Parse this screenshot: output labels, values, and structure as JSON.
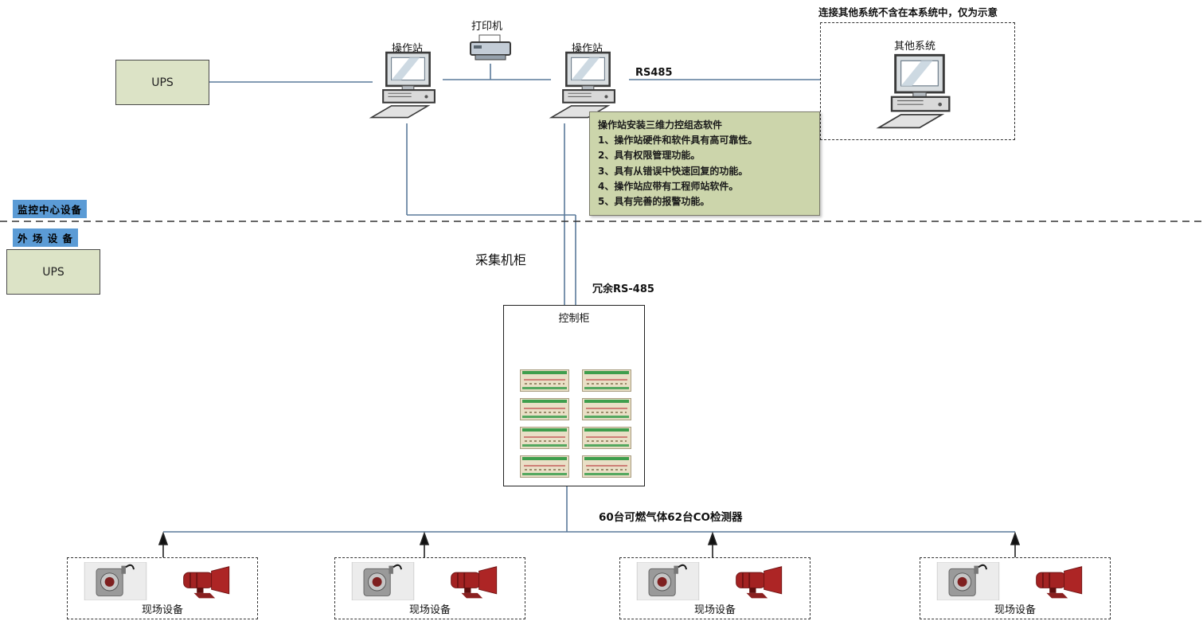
{
  "top_note": "连接其他系统不含在本系统中，仅为示意",
  "zones": {
    "center": "监控中心设备",
    "field": "外 场 设 备"
  },
  "nodes": {
    "ups_top": "UPS",
    "ups_field": "UPS",
    "printer": "打印机",
    "opstation_left": "操作站",
    "opstation_right": "操作站",
    "other_system": "其他系统",
    "rs485": "RS485",
    "redundant_rs485": "冗余RS-485",
    "collection_cabinet": "采集机柜",
    "control_cabinet": "控制柜",
    "detector_count": "60台可燃气体62台CO检测器",
    "field_device": "现场设备"
  },
  "software_note": {
    "title": "操作站安装三维力控组态软件",
    "items": [
      "1、操作站硬件和软件具有高可靠性。",
      "2、具有权限管理功能。",
      "3、具有从错误中快速回复的功能。",
      "4、操作站应带有工程师站软件。",
      "5、具有完善的报警功能。"
    ]
  },
  "colors": {
    "wire": "#5a7a9a",
    "box_fill": "#dce3c6",
    "note_fill": "#ccd5ab",
    "zone_bg": "#5b9bd5",
    "horn_red": "#a32222"
  }
}
